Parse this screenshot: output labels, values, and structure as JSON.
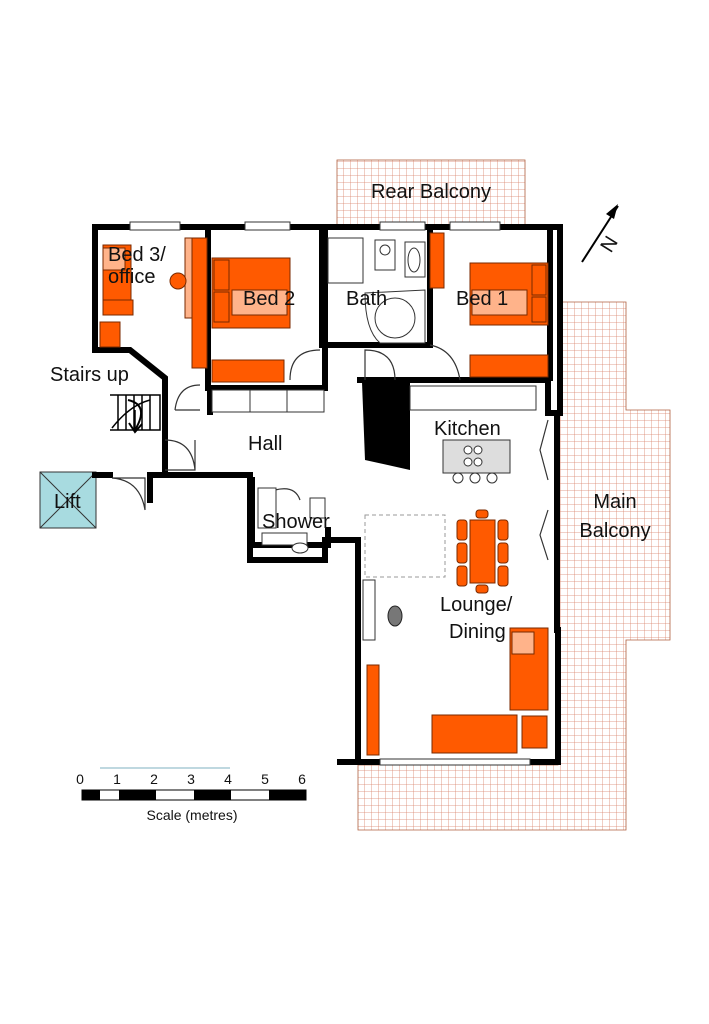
{
  "rooms": {
    "rear_balcony": "Rear Balcony",
    "bed3_line1": "Bed 3/",
    "bed3_line2": "office",
    "bed2": "Bed 2",
    "bath": "Bath",
    "bed1": "Bed 1",
    "stairs": "Stairs up",
    "hall": "Hall",
    "kitchen": "Kitchen",
    "lift": "Lift",
    "shower": "Shower",
    "main_balcony_line1": "Main",
    "main_balcony_line2": "Balcony",
    "lounge_line1": "Lounge/",
    "lounge_line2": "Dining"
  },
  "compass": {
    "label": "N"
  },
  "scale": {
    "ticks": [
      "0",
      "1",
      "2",
      "3",
      "4",
      "5",
      "6"
    ],
    "caption": "Scale (metres)"
  },
  "colors": {
    "furniture": "#ff5a00",
    "balcony_grid": "#c9846a",
    "lift": "#a8dbe0"
  }
}
